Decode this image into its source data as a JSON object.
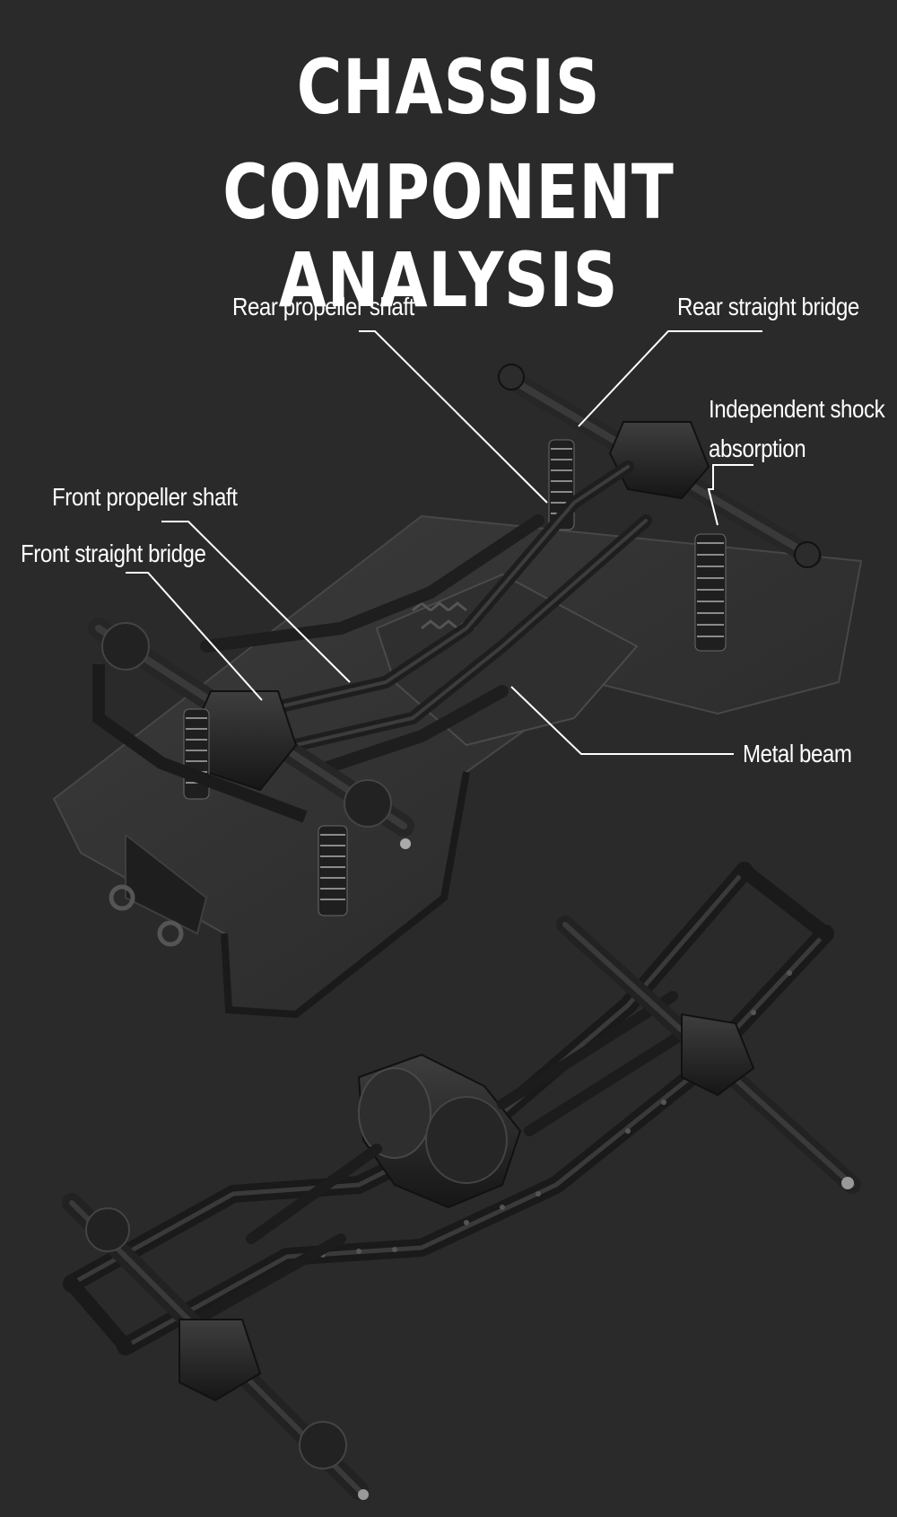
{
  "title": {
    "line1": "CHASSIS",
    "line2": "COMPONENT ANALYSIS"
  },
  "callouts": {
    "rear_propeller_shaft": "Rear propeller shaft",
    "rear_straight_bridge": "Rear straight bridge",
    "independent_shock_line1": "Independent shock",
    "independent_shock_line2": "absorption",
    "front_propeller_shaft": "Front propeller shaft",
    "front_straight_bridge": "Front straight bridge",
    "metal_beam": "Metal beam"
  },
  "colors": {
    "background": "#2a2a2a",
    "text": "#ffffff",
    "part_dark": "#1c1c1c",
    "part_mid": "#333333",
    "part_edge": "#474747"
  }
}
